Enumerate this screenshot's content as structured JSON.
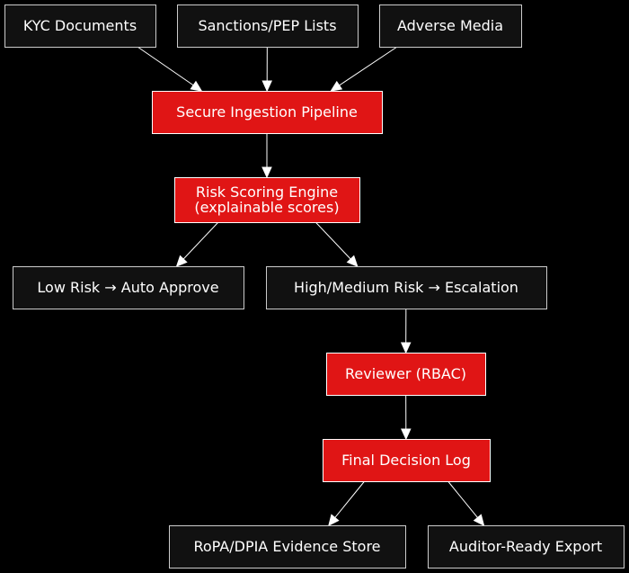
{
  "colors": {
    "background": "#000000",
    "neutral_fill": "#111111",
    "neutral_stroke": "#cccccc",
    "accent_fill": "#e01515",
    "accent_stroke": "#ffffff",
    "text": "#ffffff",
    "edge": "#ffffff"
  },
  "nodes": {
    "kyc": {
      "lines": [
        "KYC Documents"
      ],
      "style": "neutral"
    },
    "sanctions": {
      "lines": [
        "Sanctions/PEP Lists"
      ],
      "style": "neutral"
    },
    "adverse": {
      "lines": [
        "Adverse Media"
      ],
      "style": "neutral"
    },
    "ingestion": {
      "lines": [
        "Secure Ingestion Pipeline"
      ],
      "style": "accent"
    },
    "risk": {
      "lines": [
        "Risk Scoring Engine",
        "(explainable scores)"
      ],
      "style": "accent"
    },
    "low": {
      "lines": [
        "Low Risk → Auto Approve"
      ],
      "style": "neutral"
    },
    "high": {
      "lines": [
        "High/Medium Risk → Escalation"
      ],
      "style": "neutral"
    },
    "reviewer": {
      "lines": [
        "Reviewer (RBAC)"
      ],
      "style": "accent"
    },
    "final": {
      "lines": [
        "Final Decision Log"
      ],
      "style": "accent"
    },
    "ropa": {
      "lines": [
        "RoPA/DPIA Evidence Store"
      ],
      "style": "neutral"
    },
    "auditor": {
      "lines": [
        "Auditor-Ready Export"
      ],
      "style": "neutral"
    }
  },
  "edges": [
    {
      "from": "kyc",
      "to": "ingestion"
    },
    {
      "from": "sanctions",
      "to": "ingestion"
    },
    {
      "from": "adverse",
      "to": "ingestion"
    },
    {
      "from": "ingestion",
      "to": "risk"
    },
    {
      "from": "risk",
      "to": "low"
    },
    {
      "from": "risk",
      "to": "high"
    },
    {
      "from": "high",
      "to": "reviewer"
    },
    {
      "from": "reviewer",
      "to": "final"
    },
    {
      "from": "final",
      "to": "ropa"
    },
    {
      "from": "final",
      "to": "auditor"
    }
  ]
}
